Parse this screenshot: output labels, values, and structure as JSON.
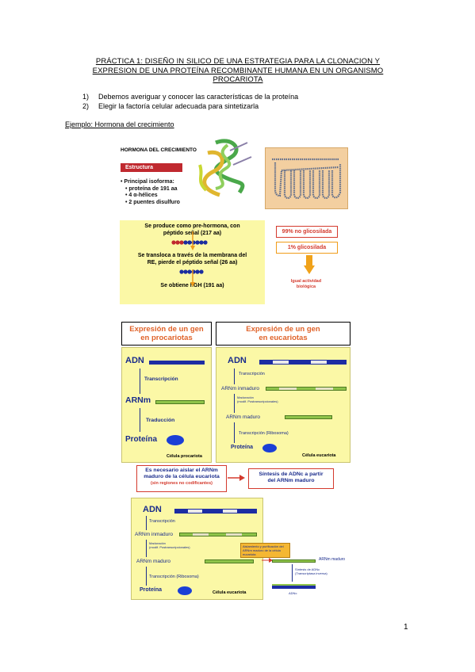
{
  "document": {
    "title_line1": "PRÁCTICA 1: DISEÑO IN SILICO DE UNA ESTRATEGIA PARA LA CLONACION Y",
    "title_line2": "EXPRESION DE UNA PROTEÍNA RECOMBINANTE HUMANA EN UN ORGANISMO",
    "title_line3": "PROCARIOTA",
    "list": [
      {
        "num": "1)",
        "text": "Debemos averiguar y conocer las características de la proteína"
      },
      {
        "num": "2)",
        "text": "Elegir la factoría celular adecuada para sintetizarla"
      }
    ],
    "example_label": "Ejemplo: Hormona del crecimiento",
    "page_number": "1"
  },
  "slide1": {
    "heading": "HORMONA DEL CRECIMIENTO",
    "estructura_label": "Estructura",
    "isoform_intro": "• Principal isoforma:",
    "isoform_items": [
      "• proteína de 191 aa",
      "• 4 α-hélices",
      "• 2 puentes disulfuro"
    ],
    "pre_line1": "Se produce como pre-hormona, con",
    "pre_line2": "péptido señal  (217 aa)",
    "trans_line1": "Se transloca a través de la membrana del",
    "trans_line2": "RE, pierde el péptido señal (26 aa)",
    "obtain": "Se obtiene hGH (191 aa)",
    "no_glyc": "99% no glicosilada",
    "glyc": "1% glicosilada",
    "same_activity_1": "Igual actividad",
    "same_activity_2": "biológica"
  },
  "slide2": {
    "prok_header_1": "Expresión de un gen",
    "prok_header_2": "en procariotas",
    "euk_header_1": "Expresión de un gen",
    "euk_header_2": "en eucariotas",
    "prok": {
      "adn": "ADN",
      "transcripcion": "Transcripción",
      "arnm": "ARNm",
      "traduccion": "Traducción",
      "proteina": "Proteína",
      "cell": "Célula procariota"
    },
    "euk": {
      "adn": "ADN",
      "transcripcion": "Transcripción",
      "arnm_inmaduro": "ARNm inmaduro",
      "maduracion": "Maduración",
      "maduracion_detail": "(modif. Postranscripcionales)",
      "arnm_maduro": "ARNm maduro",
      "traduccion": "Transcripción (Ribosoma)",
      "proteina": "Proteína",
      "cell": "Célula eucariota"
    }
  },
  "slide3": {
    "red1_line1": "Es necesario aislar el ARNm",
    "red1_line2": "maduro de la célula eucariota",
    "red1_line3": "(sin regiones no codificantes)",
    "red2_line1": "Síntesis de ADNc a partir",
    "red2_line2": "del ARNm maduro",
    "adn": "ADN",
    "transcripcion": "Transcripción",
    "arnm_inmaduro": "ARNm inmaduro",
    "maduracion": "Maduración",
    "maduracion_detail": "(modif. Postranscripcionales)",
    "arnm_maduro": "ARNm maduro",
    "traduccion": "Transcripción (Ribosoma)",
    "proteina": "Proteína",
    "cell": "Célula eucariota",
    "orange_note": "Aislamiento y purificación del ARNm maduro de la célula eucariota",
    "arnm_right": "ARNm maduro",
    "sintesis": "Síntesis de ADNc",
    "sintesis_detail": "(Transcriptasa inversa)",
    "adnc": "ADNc"
  }
}
